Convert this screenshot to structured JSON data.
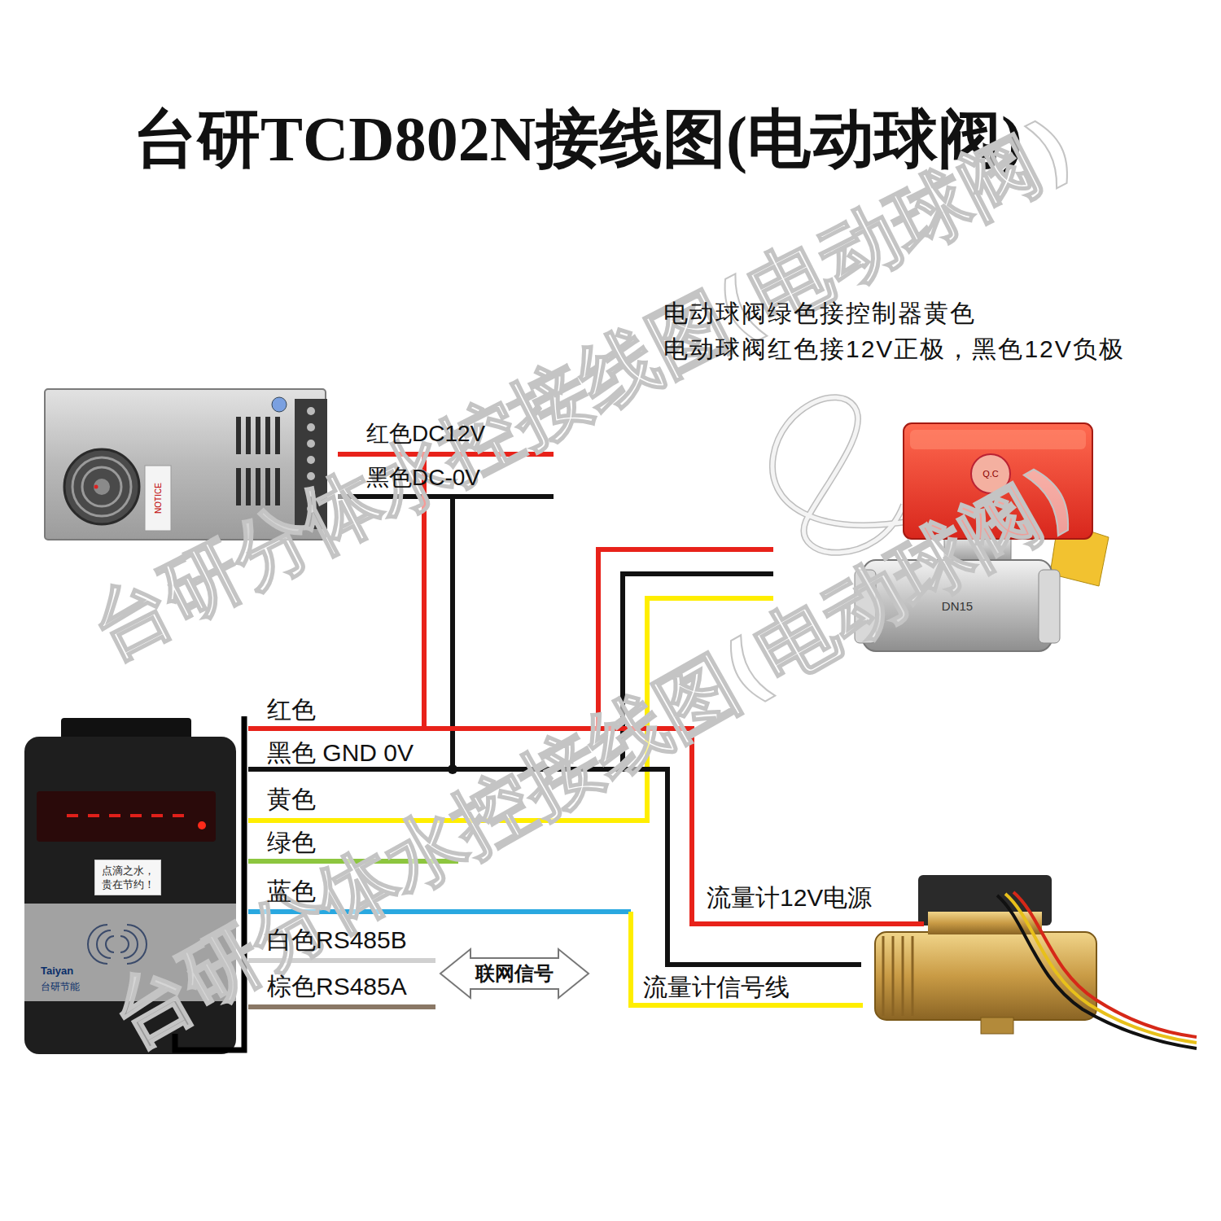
{
  "diagram": {
    "title": "台研TCD802N接线图(电动球阀)",
    "nodes": [
      {
        "text": [
          "点滴之水， 贵在节约！"
        ]
      },
      {
        "text": [
          "联网信号"
        ]
      }
    ],
    "labels": [
      "电动球阀绿色接控制器黄色",
      "电动球阀红色接12V正极，黑色12V负极",
      "红色DC12V",
      "黑色DC-0V",
      "红色",
      "黑色 GND 0V",
      "黄色",
      "绿色",
      "蓝色",
      "白色RS485B",
      "棕色RS485A",
      "流量计12V电源",
      "流量计信号线",
      "台研分体水控接线图(电动球阀)",
      "台研分体水控接线图(电动球阀)",
      "NOTICE",
      "Q.C",
      "DN15",
      "Taiyan",
      "台研节能"
    ]
  }
}
